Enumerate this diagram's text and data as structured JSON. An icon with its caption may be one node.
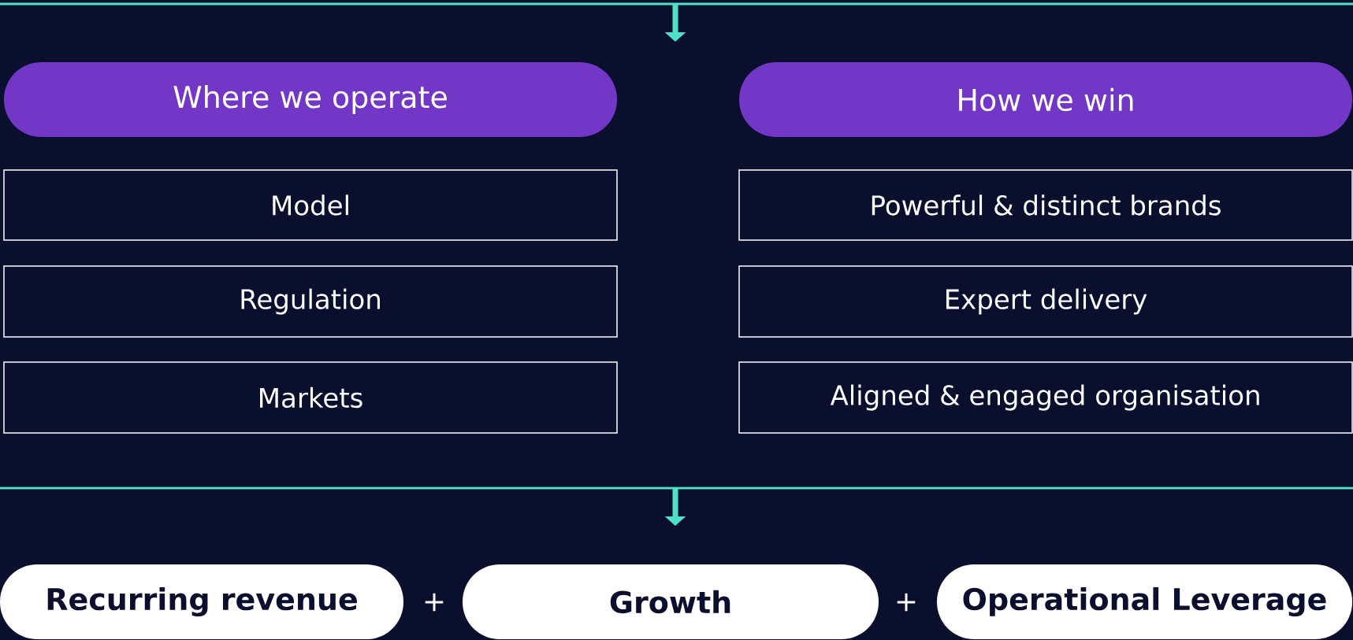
{
  "diagram": {
    "nodes": [
      {
        "text": [
          "Where we operate"
        ]
      },
      {
        "text": [
          "How we win"
        ]
      },
      {
        "text": [
          "Model"
        ]
      },
      {
        "text": [
          "Powerful & distinct brands"
        ]
      },
      {
        "text": [
          "Regulation"
        ]
      },
      {
        "text": [
          "Expert delivery"
        ]
      },
      {
        "text": [
          "Markets"
        ]
      },
      {
        "text": [
          "Aligned & engaged organisation"
        ]
      },
      {
        "text": [
          "Recurring revenue"
        ]
      },
      {
        "text": [
          "Growth"
        ]
      },
      {
        "text": [
          "Operational Leverage"
        ]
      }
    ],
    "labels": [
      "+",
      "+"
    ]
  }
}
